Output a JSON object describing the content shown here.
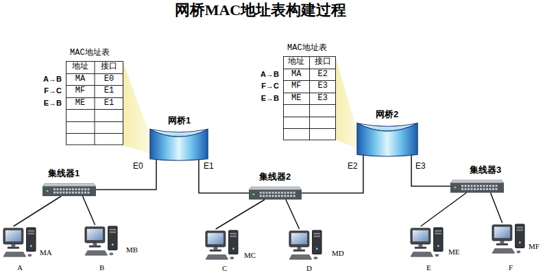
{
  "diagram": {
    "title": "网桥MAC地址表构建过程",
    "nodes": [
      {
        "text": [
          "MAC地址表"
        ]
      },
      {
        "text": [
          "MAC地址表"
        ]
      },
      {
        "text": [
          "网桥1"
        ]
      },
      {
        "text": [
          "网桥2"
        ]
      },
      {
        "text": [
          "集线器1"
        ]
      },
      {
        "text": [
          "集线器2"
        ]
      },
      {
        "text": [
          "集线器3"
        ]
      },
      {
        "text": [
          "MA",
          "A"
        ]
      },
      {
        "text": [
          "MB",
          "B"
        ]
      },
      {
        "text": [
          "MC",
          "C"
        ]
      },
      {
        "text": [
          "MD",
          "D"
        ]
      },
      {
        "text": [
          "ME",
          "E"
        ]
      },
      {
        "text": [
          "MF",
          "F"
        ]
      }
    ],
    "edges": [
      {
        "from": 2,
        "to": 4,
        "arrow": "none"
      },
      {
        "from": 2,
        "to": 5,
        "arrow": "none"
      },
      {
        "from": 3,
        "to": 5,
        "arrow": "none"
      },
      {
        "from": 3,
        "to": 6,
        "arrow": "none"
      },
      {
        "from": 4,
        "to": 7,
        "arrow": "none"
      },
      {
        "from": 4,
        "to": 8,
        "arrow": "none"
      },
      {
        "from": 5,
        "to": 9,
        "arrow": "none"
      },
      {
        "from": 5,
        "to": 10,
        "arrow": "none"
      },
      {
        "from": 6,
        "to": 11,
        "arrow": "none"
      },
      {
        "from": 6,
        "to": 12,
        "arrow": "none"
      }
    ],
    "labels": [
      "A→B",
      "F→C",
      "E→B",
      "地址",
      "接口",
      "MA",
      "E0",
      "MF",
      "E1",
      "ME",
      "E1",
      "E0",
      "E1",
      "A→B",
      "F→C",
      "E→B",
      "地址",
      "接口",
      "MA",
      "E2",
      "MF",
      "E3",
      "ME",
      "E3",
      "E2",
      "E3"
    ]
  }
}
